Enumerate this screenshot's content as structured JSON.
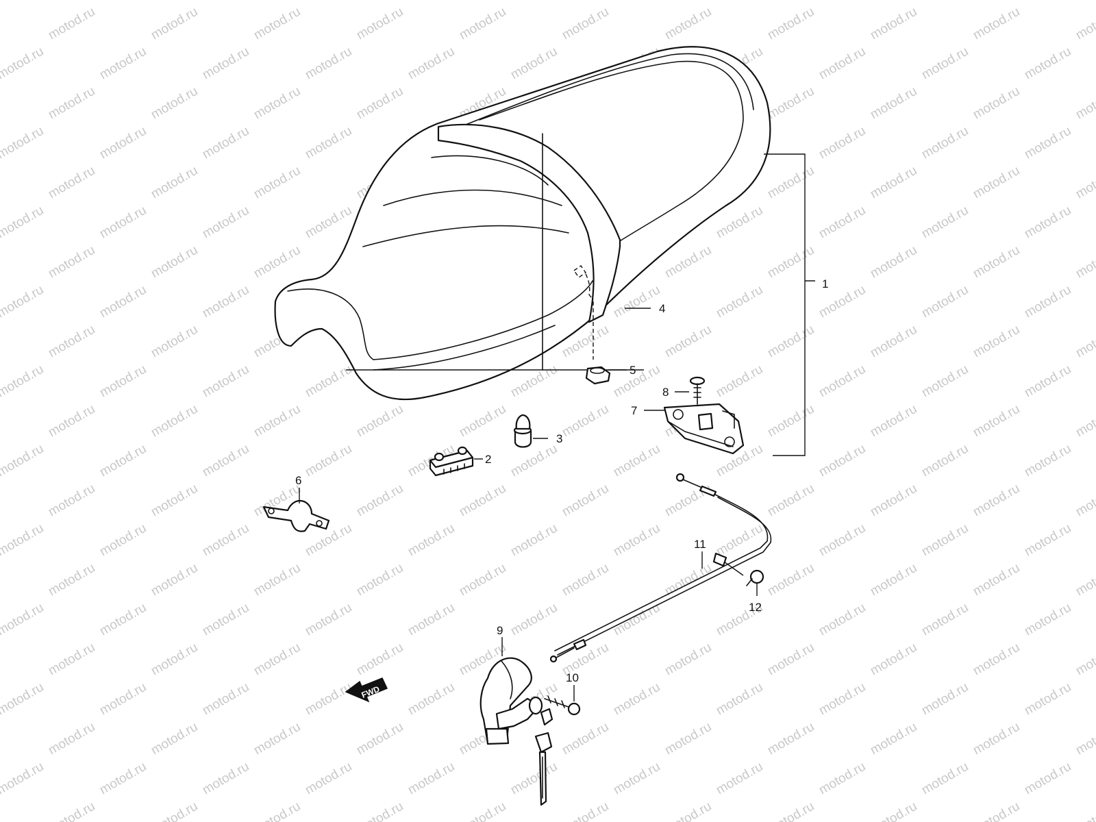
{
  "watermark": {
    "text": "motod.ru",
    "color": "#c8c8c8"
  },
  "callouts": [
    "1",
    "2",
    "3",
    "4",
    "5",
    "6",
    "7",
    "8",
    "9",
    "10",
    "11",
    "12"
  ],
  "direction_arrow": {
    "label": "FWD"
  },
  "colors": {
    "line": "#111111",
    "background": "#ffffff"
  }
}
